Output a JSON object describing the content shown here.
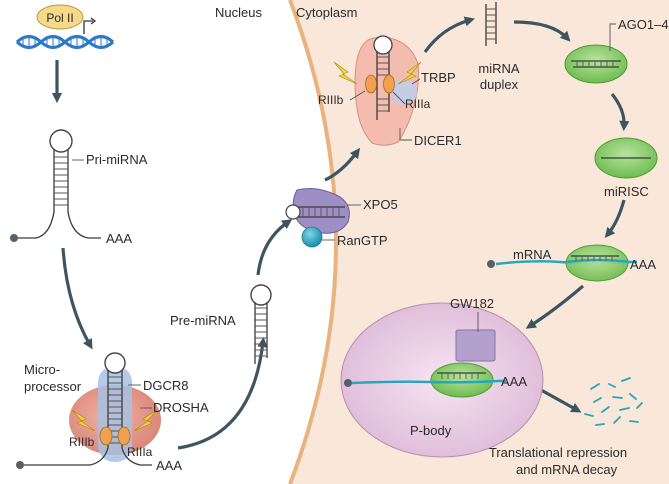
{
  "labels": {
    "pol_ii": "Pol II",
    "nucleus": "Nucleus",
    "cytoplasm": "Cytoplasm",
    "pri_mirna": "Pri-miRNA",
    "aaa_pri": "AAA",
    "microprocessor_line1": "Micro-",
    "microprocessor_line2": "processor",
    "dgcr8": "DGCR8",
    "drosha": "DROSHA",
    "riiib_micro": "RIIIb",
    "riiia_micro": "RIIIa",
    "aaa_micro": "AAA",
    "pre_mirna": "Pre-miRNA",
    "xpo5": "XPO5",
    "rangtp": "RanGTP",
    "riiib_dicer": "RIIIb",
    "trbp": "TRBP",
    "riiia_dicer": "RIIIa",
    "dicer1": "DICER1",
    "mirna_duplex_line1": "miRNA",
    "mirna_duplex_line2": "duplex",
    "ago": "AGO1–4",
    "mirisc": "miRISC",
    "mrna": "mRNA",
    "aaa_mrna": "AAA",
    "gw182": "GW182",
    "aaa_pbody": "AAA",
    "p_body": "P-body",
    "outcome_line1": "Translational repression",
    "outcome_line2": "and mRNA decay"
  },
  "colors": {
    "nucleus_border": "#e8b37e",
    "cytoplasm_fill": "#f9e8d9",
    "pol_ii_fill": "#f7d98a",
    "microprocessor_fill": "#e0988c",
    "dgcr8_fill": "#a7c1e2",
    "rnase_fill": "#f0a04f",
    "dicer_fill": "#f4bcae",
    "trbp_fill": "#c4cbe6",
    "xpo5_fill": "#9e8ec6",
    "rangtp_fill": "#2aa8c3",
    "ago_fill": "#8ccf6d",
    "p_body_fill": "#ecd4e8",
    "gw182_fill": "#b3a0cc",
    "mrna_stroke": "#24a6bf",
    "arrow": "#3d5560"
  },
  "icons": [
    "lightning-bolt-icon",
    "transcription-start-arrow-icon",
    "cap-dot-icon"
  ]
}
